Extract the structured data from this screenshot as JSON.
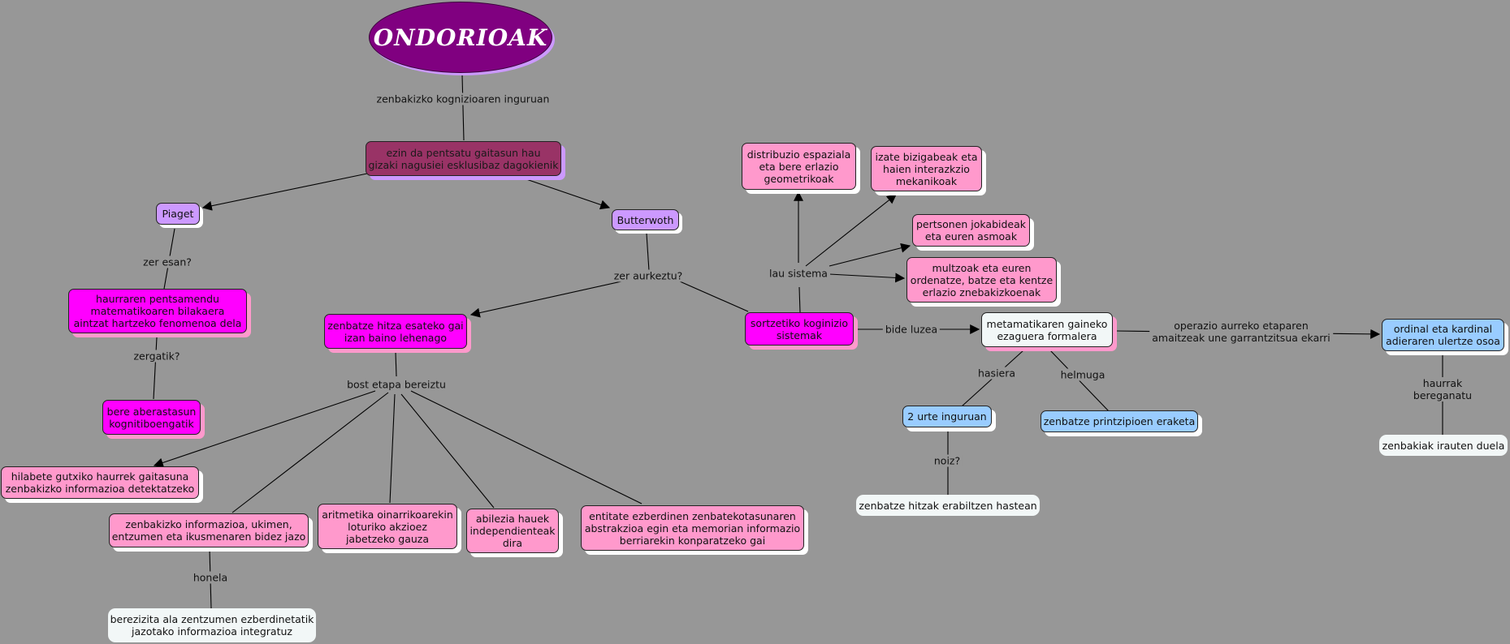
{
  "colors": {
    "background": "#979797",
    "pink": "#ff99cc",
    "magenta": "#ff00ff",
    "lavender": "#cc99ff",
    "light_blue": "#99ccff",
    "plum": "#993366",
    "title_purple": "#800080",
    "pale": "#f2f7f7"
  },
  "title": "ONDORIOAK",
  "nodes": {
    "main": "ezin da pentsatu gaitasun hau\ngizaki nagusiei esklusibaz dagokienik",
    "piaget": "Piaget",
    "butterworth": "Butterwoth",
    "haurraren": "haurraren pentsamendu\nmatematikoaren bilakaera\naintzat hartzeko fenomenoa dela",
    "bere": "bere aberastasun\nkognitiboengatik",
    "zenbatze_hitza": "zenbatze hitza esateko gai\nizan baino lehenago",
    "sortzetiko": "sortzetiko koginizio\nsistemak",
    "distribuzio": "distribuzio espaziala\neta bere erlazio\ngeometrikoak",
    "izate": "izate bizigabeak eta\nhaien interazkzio\nmekanikoak",
    "pertsonen": "pertsonen jokabideak\neta euren asmoak",
    "multzoak": "multzoak eta euren\nordenatze, batze eta kentze\nerlazio znebakizkoenak",
    "metamatikaren": "metamatikaren gaineko\nezaguera formalera",
    "ordinal": "ordinal eta kardinal\nadieraren ulertze osoa",
    "zenbakiak": "zenbakiak irauten duela",
    "urte": "2 urte inguruan",
    "printzipioen": "zenbatze printzipioen eraketa",
    "hitzak": "zenbatze hitzak erabiltzen hastean",
    "hilabete": "hilabete gutxiko haurrek gaitasuna\nzenbakizko informazioa detektatzeko",
    "informazioa": "zenbakizko informazioa, ukimen,\nentzumen eta ikusmenaren bidez jazo",
    "aritmetika": "aritmetika oinarrikoarekin\nloturiko akzioez\njabetzeko gauza",
    "abilezia": "abilezia hauek\nindependienteak\ndira",
    "entitate": "entitate ezberdinen zenbatekotasunaren\nabstrakzioa egin eta memorian informazio\nberriarekin konparatzeko gai",
    "berezizita": "berezizita ala zentzumen ezberdinetatik\njazotako informazioa integratuz"
  },
  "links": {
    "inguruan": "zenbakizko kognizioaren inguruan",
    "zer_esan": "zer esan?",
    "zergatik": "zergatik?",
    "zer_aurkeztu": "zer aurkeztu?",
    "bost_etapa": "bost etapa bereiztu",
    "lau_sistema": "lau sistema",
    "bide_luzea": "bide luzea",
    "operazio": "operazio aurreko etaparen\namaitzeak une garrantzitsua ekarri",
    "haurrak": "haurrak bereganatu",
    "hasiera": "hasiera",
    "helmuga": "helmuga",
    "noiz": "noiz?",
    "honela": "honela"
  }
}
